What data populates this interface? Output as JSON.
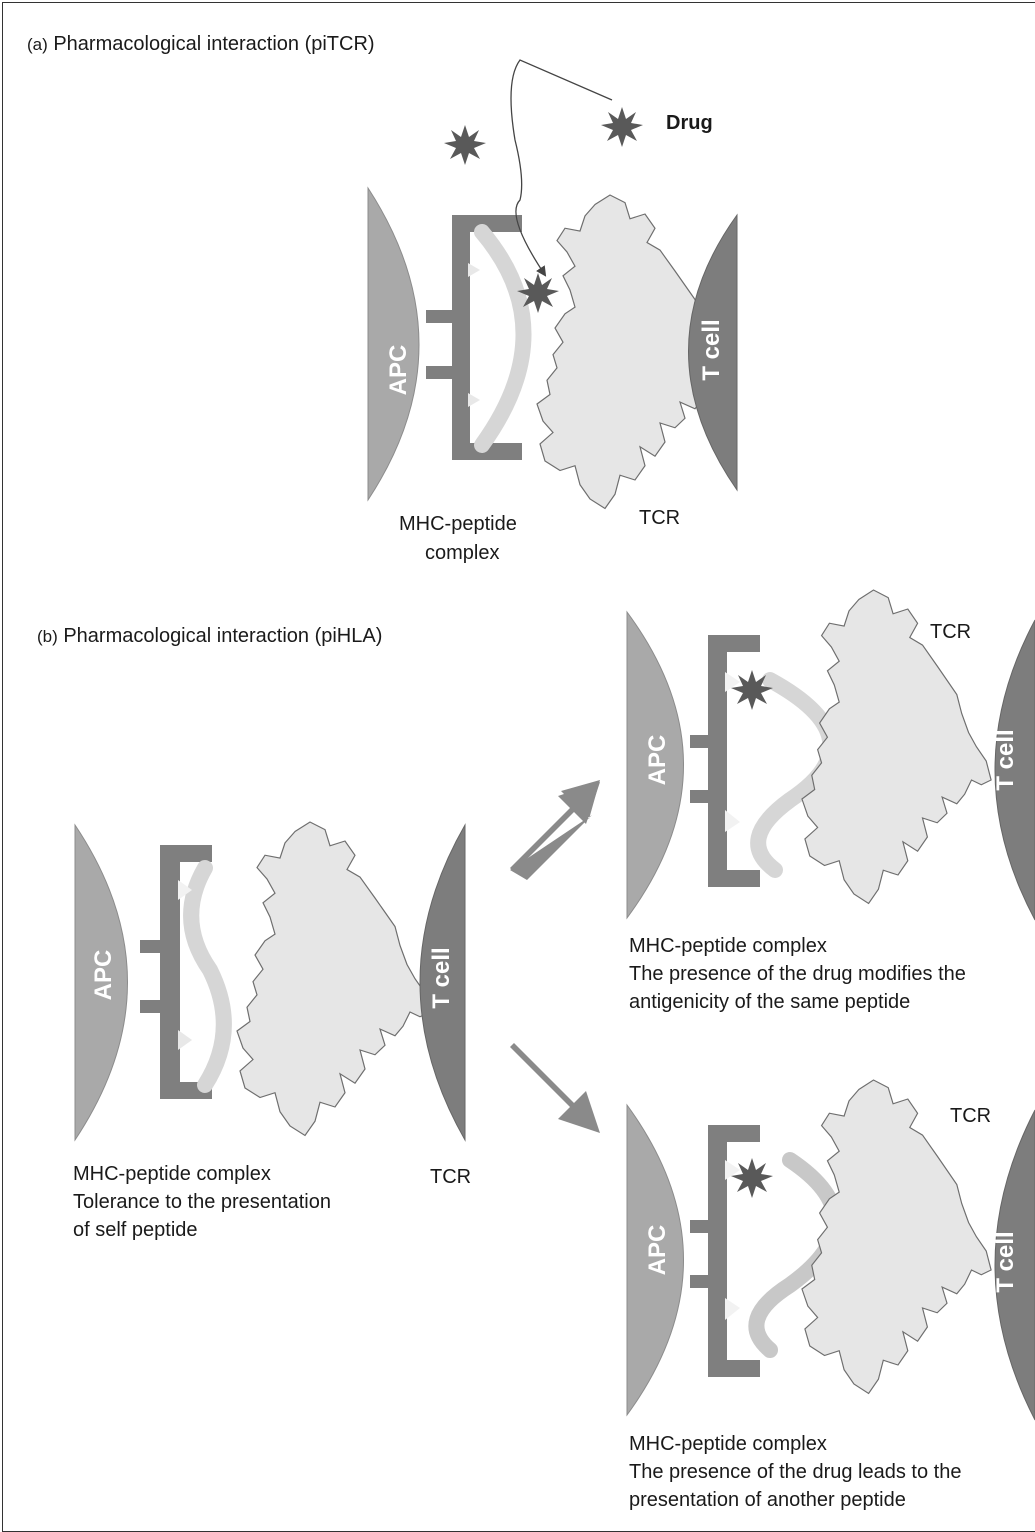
{
  "panel_a": {
    "letter": "(a)",
    "title": "Pharmacological interaction (piTCR)",
    "drug_label": "Drug",
    "apc_label": "APC",
    "tcell_label": "T cell",
    "mhc_label_line1": "MHC-peptide",
    "mhc_label_line2": "complex",
    "tcr_label": "TCR"
  },
  "panel_b": {
    "letter": "(b)",
    "title": "Pharmacological interaction (piHLA)",
    "left": {
      "apc_label": "APC",
      "tcell_label": "T cell",
      "tcr_label": "TCR",
      "caption_line1": "MHC-peptide complex",
      "caption_line2": "Tolerance to the presentation",
      "caption_line3": "of self peptide"
    },
    "top_right": {
      "apc_label": "APC",
      "tcell_label": "T cell",
      "tcr_label": "TCR",
      "caption_line1": "MHC-peptide complex",
      "caption_line2": "The presence of the drug modifies the",
      "caption_line3": "antigenicity of the same peptide"
    },
    "bottom_right": {
      "apc_label": "APC",
      "tcell_label": "T cell",
      "tcr_label": "TCR",
      "caption_line1": "MHC-peptide complex",
      "caption_line2": "The presence of the drug leads to the",
      "caption_line3": "presentation of another peptide"
    }
  },
  "colors": {
    "apc": "#a9a9a9",
    "mhc": "#7f7f7f",
    "tcell": "#7d7d7d",
    "tcr": "#e6e6e6",
    "peptide": "#d6d6d6",
    "drug": "#595959",
    "arrow": "#8a8a8a"
  }
}
